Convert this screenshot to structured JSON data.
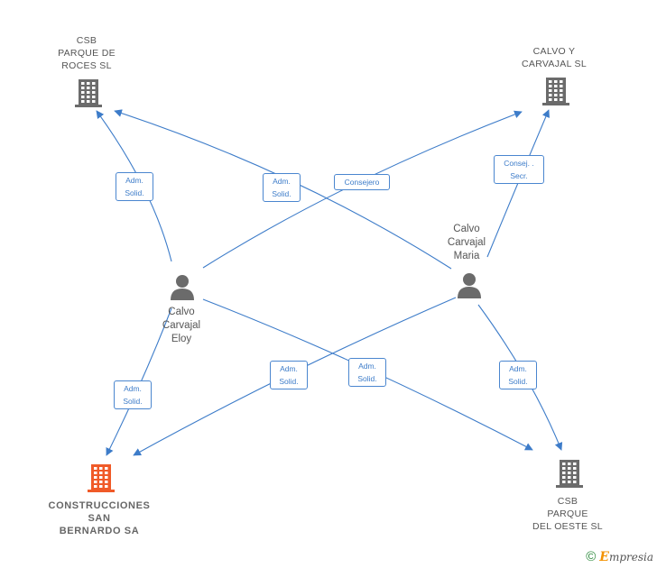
{
  "nodes": {
    "csb_roces": {
      "label": "CSB\nPARQUE DE\nROCES SL",
      "icon": "building-icon"
    },
    "calvo_carvajal_sl": {
      "label": "CALVO Y\nCARVAJAL SL",
      "icon": "building-icon"
    },
    "construcciones": {
      "label": "CONSTRUCCIONES\nSAN\nBERNARDO SA",
      "icon": "building-icon",
      "color": "#f05a28"
    },
    "csb_oeste": {
      "label": "CSB\nPARQUE\nDEL OESTE SL",
      "icon": "building-icon"
    },
    "eloy": {
      "label": "Calvo\nCarvajal\nEloy",
      "icon": "person-icon"
    },
    "maria": {
      "label": "Calvo\nCarvajal\nMaria",
      "icon": "person-icon"
    }
  },
  "edges": [
    {
      "from": "eloy",
      "to": "csb_roces",
      "label": "Adm.\nSolid."
    },
    {
      "from": "maria",
      "to": "csb_roces",
      "label": "Adm.\nSolid."
    },
    {
      "from": "eloy",
      "to": "calvo_carvajal_sl",
      "label": "Consejero"
    },
    {
      "from": "maria",
      "to": "calvo_carvajal_sl",
      "label": "Consej. .\nSecr."
    },
    {
      "from": "eloy",
      "to": "construcciones",
      "label": "Adm.\nSolid."
    },
    {
      "from": "maria",
      "to": "construcciones",
      "label": "Adm.\nSolid."
    },
    {
      "from": "eloy",
      "to": "csb_oeste",
      "label": "Adm.\nSolid."
    },
    {
      "from": "maria",
      "to": "csb_oeste",
      "label": "Adm.\nSolid."
    }
  ],
  "colors": {
    "edge": "#3d7cc9",
    "icon": "#6b6b6b",
    "focus": "#f05a28"
  },
  "footer": {
    "copyright_symbol": "©",
    "brand_initial": "E",
    "brand_rest": "mpresia"
  }
}
